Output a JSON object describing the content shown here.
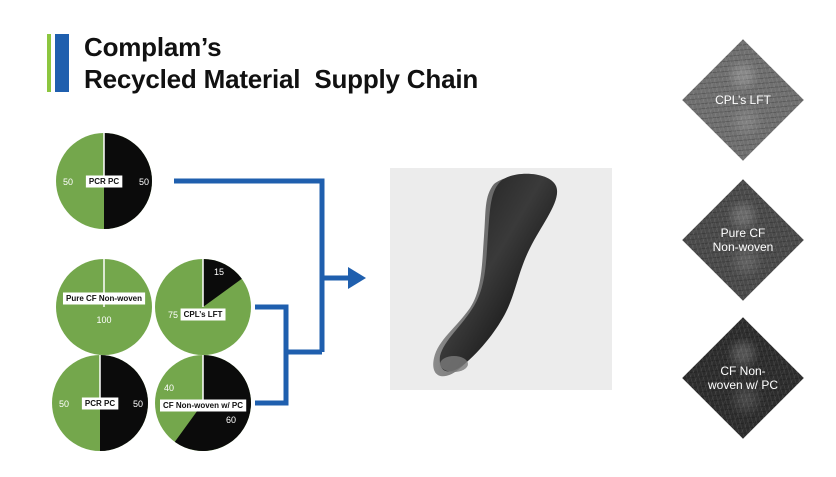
{
  "title": {
    "line1": "Complam’s",
    "line2": "Recycled Material  Supply Chain"
  },
  "colors": {
    "green": "#74a74c",
    "black": "#0b0b0b",
    "blue": "#1f5fae",
    "accent_green": "#8cc63f",
    "accent_blue": "#1f5fae",
    "panel_bg": "#ececec"
  },
  "pies": [
    {
      "id": "pcr-pc-top",
      "label": "PCR PC",
      "values": [
        {
          "material": "green",
          "value": 50,
          "label": "50"
        },
        {
          "material": "black",
          "value": 50,
          "label": "50"
        }
      ]
    },
    {
      "id": "pure-cf-nonwoven",
      "label": "Pure CF Non-woven",
      "values": [
        {
          "material": "green",
          "value": 100,
          "label": "100"
        }
      ]
    },
    {
      "id": "cpl-lft",
      "label": "CPL’s LFT",
      "values": [
        {
          "material": "green",
          "value": 75,
          "label": "75"
        },
        {
          "material": "black",
          "value": 15,
          "label": "15"
        }
      ]
    },
    {
      "id": "pcr-pc-bottom",
      "label": "PCR PC",
      "values": [
        {
          "material": "green",
          "value": 50,
          "label": "50"
        },
        {
          "material": "black",
          "value": 50,
          "label": "50"
        }
      ]
    },
    {
      "id": "cf-nonwoven-pc",
      "label": "CF Non-woven w/ PC",
      "values": [
        {
          "material": "green",
          "value": 40,
          "label": "40"
        },
        {
          "material": "black",
          "value": 60,
          "label": "60"
        }
      ]
    }
  ],
  "materials": [
    {
      "id": "cpl-lft-sample",
      "label": "CPL’s LFT",
      "tone": "#6f6f6f"
    },
    {
      "id": "pure-cf-sample",
      "label": "Pure CF\nNon-woven",
      "tone": "#4a4a4a"
    },
    {
      "id": "cf-pc-sample",
      "label": "CF Non-\nwoven w/ PC",
      "tone": "#2d2d2d"
    }
  ],
  "product": {
    "icon": "molded-part-icon"
  }
}
